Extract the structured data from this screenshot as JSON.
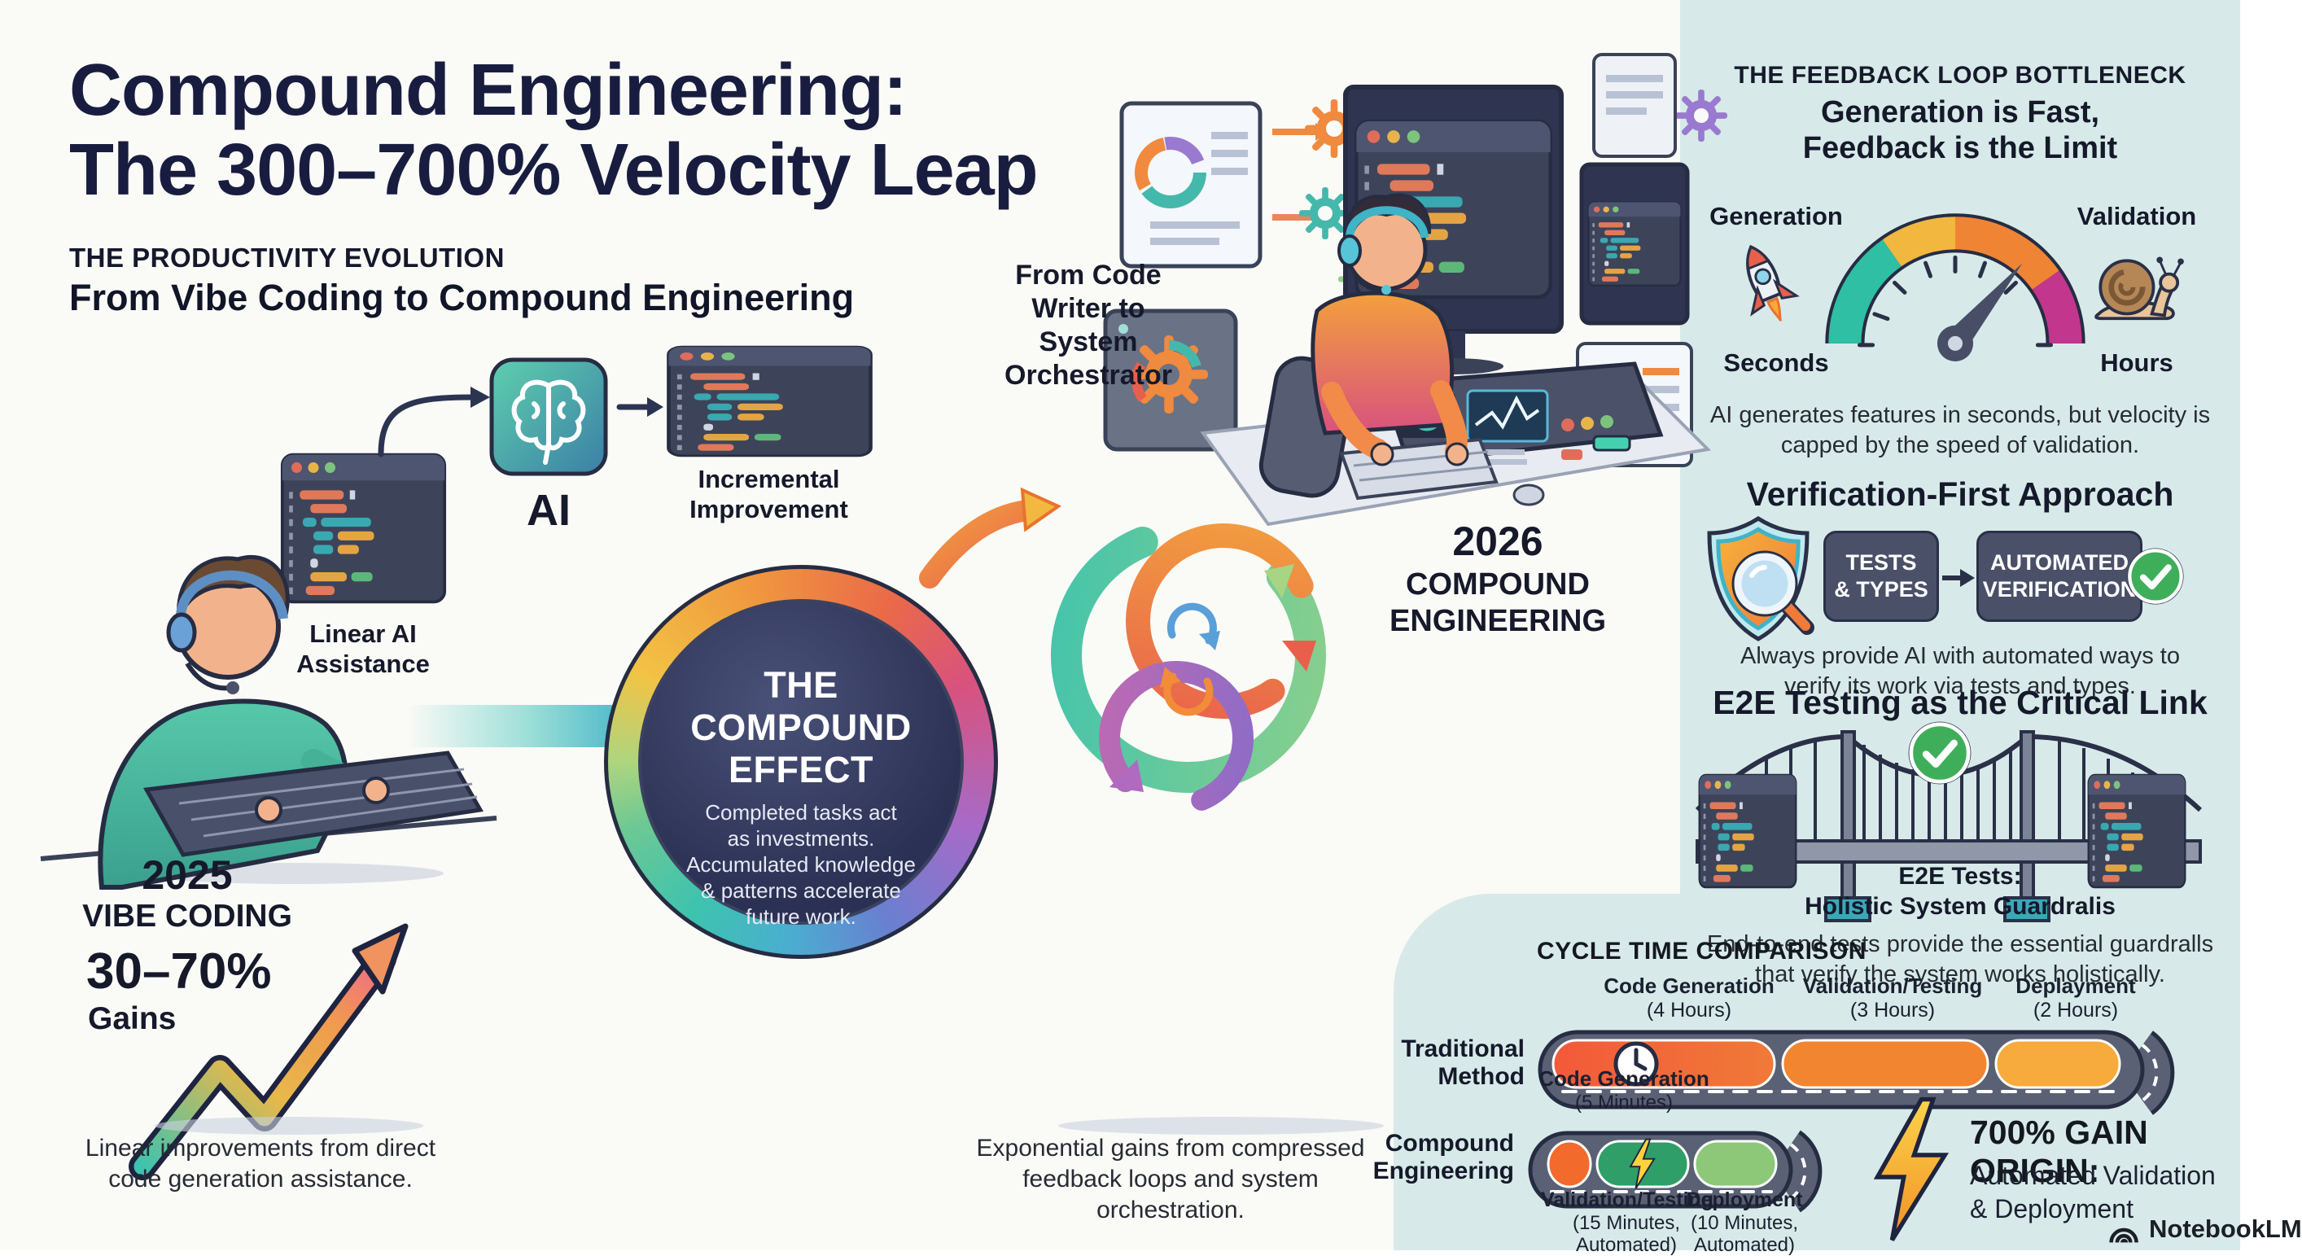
{
  "header": {
    "title": "Compound Engineering:\nThe 300–700% Velocity Leap",
    "kicker": "THE PRODUCTIVITY EVOLUTION",
    "subtitle": "From Vibe Coding to Compound Engineering"
  },
  "left_flow": {
    "window_label": "Linear AI\nAssistance",
    "ai_label": "AI",
    "incremental_label": "Incremental\nImprovement"
  },
  "vibe": {
    "year": "2025",
    "name": "VIBE CODING",
    "gain": "30–70%",
    "gain_label": "Gains",
    "caption": "Linear improvements from direct\ncode generation assistance."
  },
  "compound_effect": {
    "title": "THE\nCOMPOUND\nEFFECT",
    "body": "Completed tasks act\nas investments.\nAccumulated knowledge\n& patterns accelerate\nfuture work.",
    "caption": "Exponential gains from compressed\nfeedback loops and system orchestration."
  },
  "orchestrator": {
    "label": "From Code\nWriter to\nSystem\nOrchestrator",
    "year": "2026",
    "name": "COMPOUND\nENGINEERING"
  },
  "bottleneck": {
    "kicker": "THE FEEDBACK LOOP BOTTLENECK",
    "title": "Generation is Fast,\nFeedback is the Limit",
    "left_label": "Generation",
    "left_sub": "Seconds",
    "right_label": "Validation",
    "right_sub": "Hours",
    "caption": "AI generates features in seconds, but velocity is\ncapped by the speed of validation."
  },
  "verification": {
    "title": "Verification-First Approach",
    "box1": "TESTS\n& TYPES",
    "box2": "AUTOMATED\nVERIFICATION",
    "caption": "Always provide AI with automated ways to\nverify its work via tests and types."
  },
  "e2e": {
    "title": "E2E Testing as the Critical Link",
    "label": "E2E Tests:\nHolistic System Guardralis",
    "caption": "End-to-end tests provide the essential guardralls\nthat verify the system works holistically."
  },
  "cycle": {
    "title": "CYCLE TIME COMPARISON",
    "traditional": {
      "row_label": "Traditional\nMethod",
      "segments": [
        {
          "name": "Code Generation",
          "sub": "(4 Hours)"
        },
        {
          "name": "Validation/Testing",
          "sub": "(3 Hours)"
        },
        {
          "name": "Deplayment",
          "sub": "(2 Hours)"
        }
      ]
    },
    "compound": {
      "row_label": "Compound\nEngineering",
      "segments": [
        {
          "name": "Code Generation",
          "sub": "(5 Minutes)"
        },
        {
          "name": "Validation/Testing",
          "sub": "(15 Minutes,\nAutomated)"
        },
        {
          "name": "Deployment",
          "sub": "(10 Minutes,\nAutomated)"
        }
      ]
    },
    "gain": {
      "title": "700% GAIN ORIGIN:",
      "body": "Automated Validation\n& Deployment"
    }
  },
  "footer": {
    "brand": "NotebookLM"
  },
  "icons": {
    "generation": "rocket-icon",
    "validation": "snail-icon",
    "verification": "shield-magnifier-icon",
    "success": "check-circle-icon",
    "speed": "lightning-icon",
    "time": "clock-icon",
    "ai": "brain-icon",
    "brand": "notebooklm-logo"
  },
  "colors": {
    "navy": "#181d40",
    "panel_bg": "#d7eae9",
    "teal": "#3ec3ae",
    "orange": "#ef8a3f",
    "magenta": "#c2368e",
    "green": "#3fae5a",
    "road": "#5a6175"
  }
}
